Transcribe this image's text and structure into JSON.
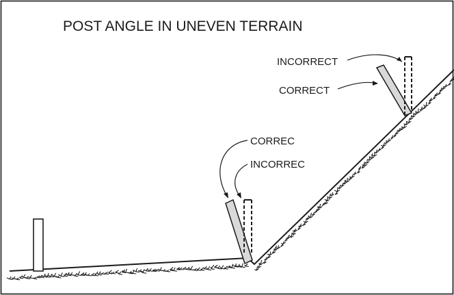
{
  "diagram": {
    "title": "POST ANGLE IN UNEVEN TERRAIN",
    "labels": {
      "upper_incorrect": "INCORRECT",
      "upper_correct": "CORRECT",
      "middle_correct": "CORREC",
      "middle_incorrect": "INCORREC"
    },
    "colors": {
      "line": "#1a1a1a",
      "post_fill": "#d9d9d9",
      "background": "#ffffff"
    }
  }
}
